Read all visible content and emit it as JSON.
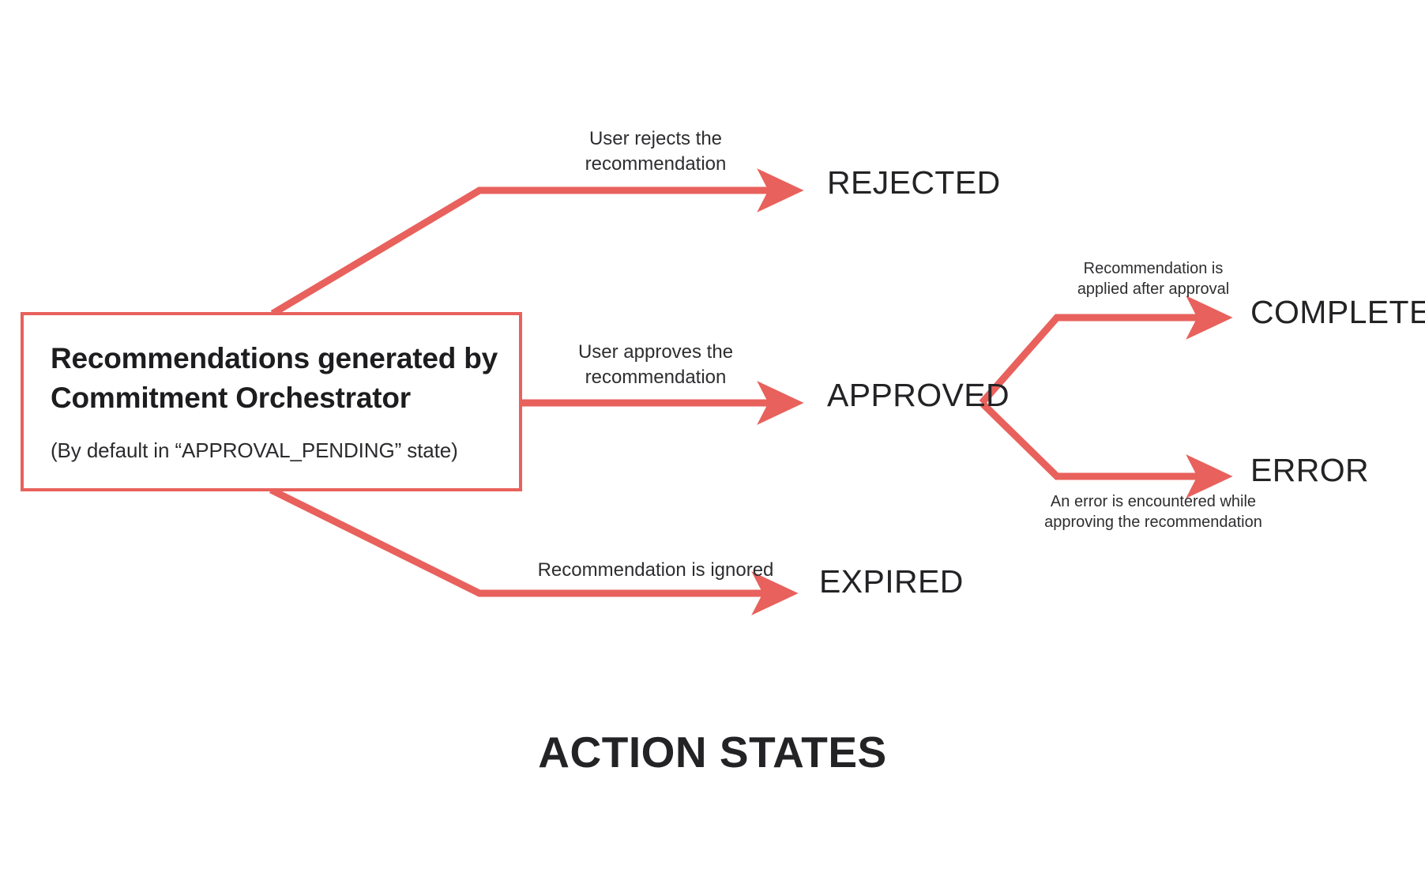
{
  "diagram": {
    "title": "ACTION STATES",
    "accent_color": "#e8615c",
    "text_color": "#232326",
    "background": "#ffffff",
    "source_node": {
      "title": "Recommendations generated by Commitment Orchestrator",
      "subtitle": "(By default in “APPROVAL_PENDING” state)"
    },
    "states": {
      "rejected": "REJECTED",
      "approved": "APPROVED",
      "expired": "EXPIRED",
      "completed": "COMPLETED",
      "error": "ERROR"
    },
    "transitions": [
      {
        "from": "Recommendations generated by Commitment Orchestrator",
        "to": "REJECTED",
        "label": "User rejects the recommendation"
      },
      {
        "from": "Recommendations generated by Commitment Orchestrator",
        "to": "APPROVED",
        "label": "User approves the recommendation"
      },
      {
        "from": "Recommendations generated by Commitment Orchestrator",
        "to": "EXPIRED",
        "label": "Recommendation is ignored"
      },
      {
        "from": "APPROVED",
        "to": "COMPLETED",
        "label": "Recommendation is applied after approval"
      },
      {
        "from": "APPROVED",
        "to": "ERROR",
        "label": "An error is encountered while approving the recommendation"
      }
    ],
    "captions": {
      "rejected": "User rejects the\nrecommendation",
      "approved": "User approves the\nrecommendation",
      "expired": "Recommendation is ignored",
      "completed": "Recommendation is\napplied after approval",
      "error": "An error is encountered while\napproving the recommendation"
    }
  }
}
